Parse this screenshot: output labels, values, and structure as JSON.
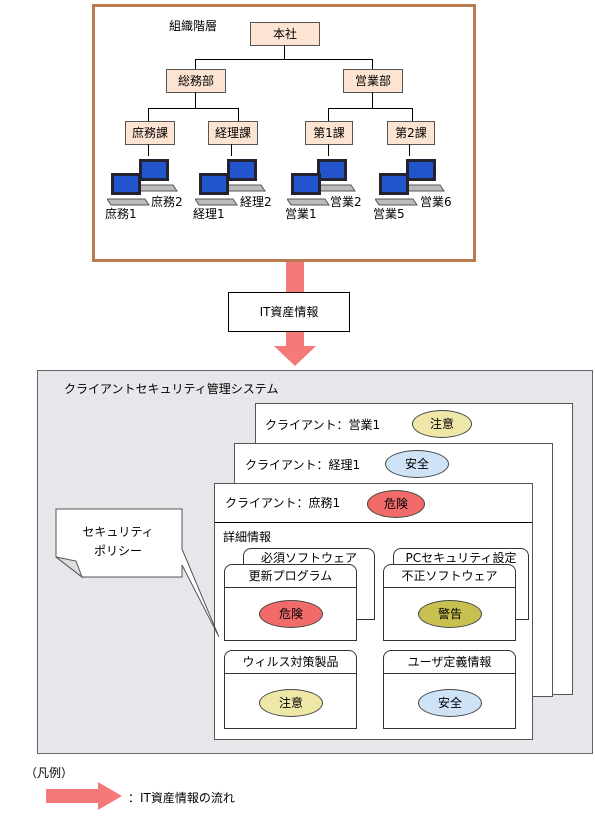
{
  "org": {
    "title": "組織階層",
    "root": "本社",
    "departments": [
      "総務部",
      "営業部"
    ],
    "sections": [
      "庶務課",
      "経理課",
      "第1課",
      "第2課"
    ],
    "clients": [
      "庶務1",
      "庶務2",
      "経理1",
      "経理2",
      "営業1",
      "営業2",
      "営業5",
      "営業6"
    ]
  },
  "flow_label": "IT資産情報",
  "system": {
    "title": "クライアントセキュリティ管理システム",
    "clients": [
      {
        "label": "クライアント：営業1",
        "status": "注意"
      },
      {
        "label": "クライアント：経理1",
        "status": "安全"
      },
      {
        "label": "クライアント：庶務1",
        "status": "危険"
      }
    ],
    "policy": "セキュリティ\nポリシー",
    "detail_title": "詳細情報",
    "back_categories": [
      "必須ソフトウェア",
      "PCセキュリティ設定"
    ],
    "categories": [
      {
        "label": "更新プログラム",
        "status": "危険"
      },
      {
        "label": "不正ソフトウェア",
        "status": "警告"
      },
      {
        "label": "ウィルス対策製品",
        "status": "注意"
      },
      {
        "label": "ユーザ定義情報",
        "status": "安全"
      }
    ]
  },
  "legend": {
    "title": "（凡例）",
    "item": "：IT資産情報の流れ"
  },
  "colors": {
    "danger": "#f26b6b",
    "warning": "#c8c050",
    "caution": "#efe7a8",
    "safe": "#cfe3f7",
    "arrow": "#f47a7a",
    "org_border": "#b87a4e",
    "node_fill": "#fde4d2"
  }
}
